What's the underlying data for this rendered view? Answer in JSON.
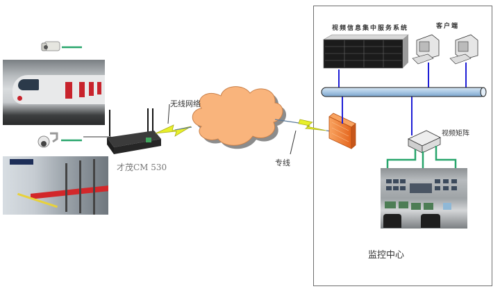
{
  "diagram": {
    "title": "视频监控无线传输系统拓扑",
    "left_site": {
      "camera_bullet": "bullet-camera",
      "camera_dome": "dome-camera",
      "photo_top": "train-at-station",
      "photo_bottom": "subway-platform"
    },
    "router": {
      "label": "才茂CM 530"
    },
    "wireless_label": "无线网络",
    "leased_line_label": "专线",
    "monitor_center": {
      "title": "监控中心",
      "server_label": "视频信息集中服务系统",
      "client_label": "客户端",
      "matrix_label": "视频矩阵"
    },
    "colors": {
      "cloud": "#f9b47c",
      "cloud_shadow": "#8c8c8c",
      "bus": "#b8d4ea",
      "bus_line": "#1d1dd6",
      "green_link": "#27a56b",
      "lightning": "#e8ef2a",
      "firewall": "#f27a2a"
    }
  }
}
